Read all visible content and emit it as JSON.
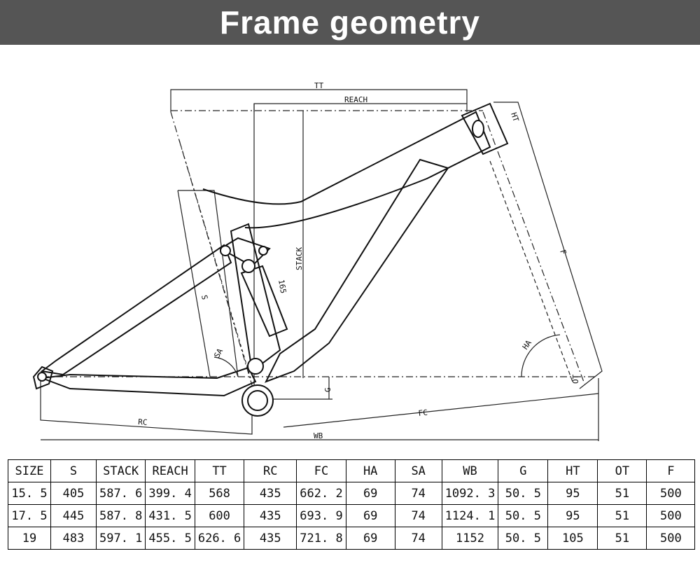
{
  "banner": {
    "title": "Frame geometry"
  },
  "diagram": {
    "labels": {
      "tt": "TT",
      "reach": "REACH",
      "stack": "STACK",
      "ht": "HT",
      "f": "F",
      "s": "S",
      "seat": "165",
      "sa": "SA",
      "ha": "HA",
      "g": "G",
      "rc": "RC",
      "fc": "FC",
      "wb": "WB",
      "ot": "OT"
    }
  },
  "table": {
    "headers": [
      "SIZE",
      "S",
      "STACK",
      "REACH",
      "TT",
      "RC",
      "FC",
      "HA",
      "SA",
      "WB",
      "G",
      "HT",
      "OT",
      "F"
    ],
    "rows": [
      [
        "15. 5",
        "405",
        "587. 6",
        "399. 4",
        "568",
        "435",
        "662. 2",
        "69",
        "74",
        "1092. 3",
        "50. 5",
        "95",
        "51",
        "500"
      ],
      [
        "17. 5",
        "445",
        "587. 8",
        "431. 5",
        "600",
        "435",
        "693. 9",
        "69",
        "74",
        "1124. 1",
        "50. 5",
        "95",
        "51",
        "500"
      ],
      [
        "19",
        "483",
        "597. 1",
        "455. 5",
        "626. 6",
        "435",
        "721. 8",
        "69",
        "74",
        "1152",
        "50. 5",
        "105",
        "51",
        "500"
      ]
    ]
  }
}
